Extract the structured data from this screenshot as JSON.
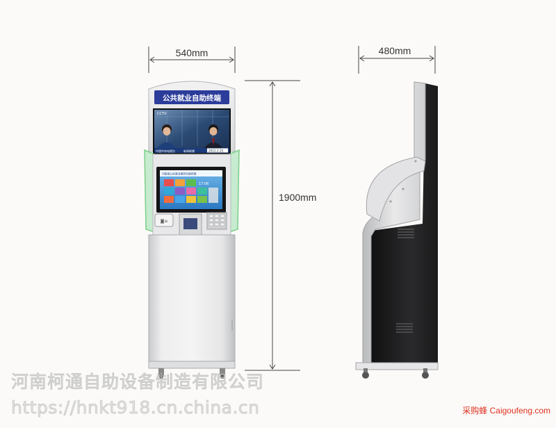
{
  "dimensions": {
    "front_width": "540mm",
    "side_depth": "480mm",
    "height": "1900mm"
  },
  "kiosk": {
    "header_title": "公共就业自助终端",
    "top_screen": {
      "overlay_top_left": "CCTV",
      "caption_left": "中国中央电视台",
      "caption_mid": "新闻联播",
      "caption_date": "2012.2.25"
    },
    "touch_screen": {
      "header_text": "河南省公共就业服务自助终端",
      "time": "17:06"
    }
  },
  "watermark": {
    "company": "河南柯通自助设备制造有限公司",
    "url": "https://hnkt918.cn.china.cn"
  },
  "brand": {
    "cn": "采购蜂",
    "en": "Caigoufeng.com"
  },
  "colors": {
    "header_blue": "#2b3c9a",
    "frame_green": "#7ccf8a",
    "body_gray": "#d9dadc",
    "side_dark": "#1e1e1f"
  }
}
